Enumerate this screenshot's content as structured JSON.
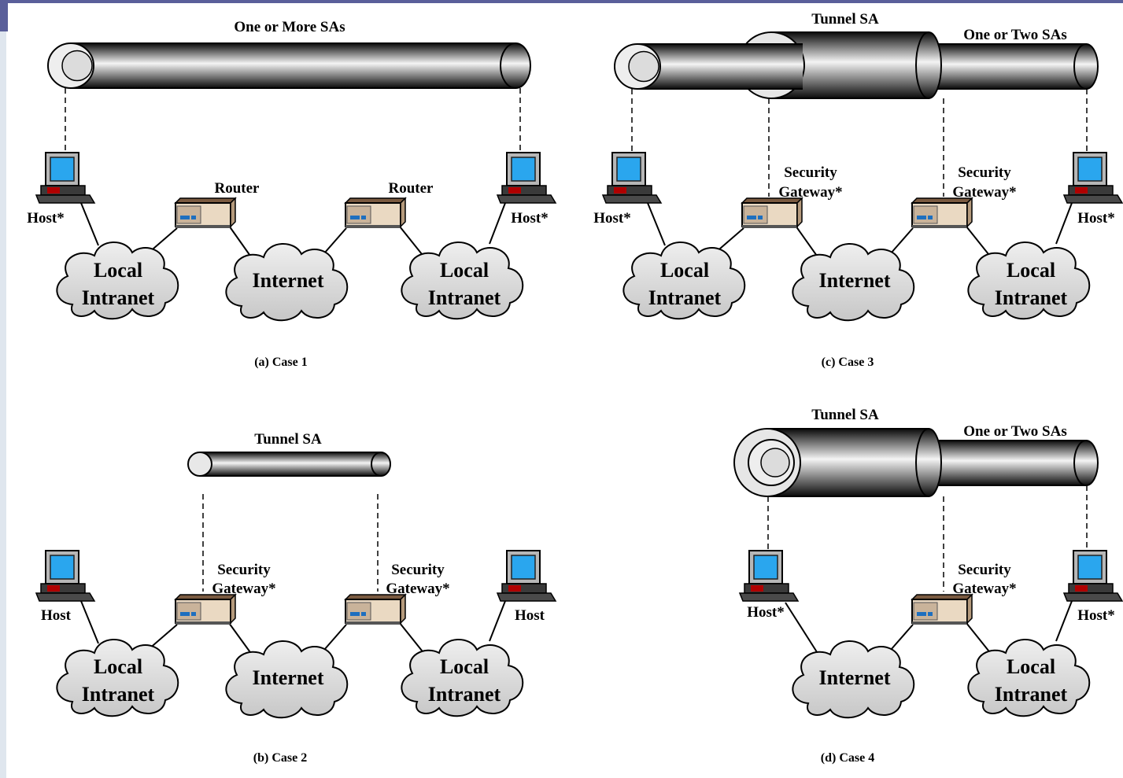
{
  "colors": {
    "header_bar": "#5a5f9a",
    "side_strip": "#dfe6ee",
    "tunnel_dark": "#0a0a0a",
    "tunnel_light": "#f2f2f2",
    "cloud_fill": "#d9d9d9",
    "screen": "#2aa6ee",
    "device_body": "#ead9c2"
  },
  "labels": {
    "one_or_more_sas": "One or More SAs",
    "tunnel_sa": "Tunnel SA",
    "one_or_two_sas": "One or Two SAs",
    "router": "Router",
    "host_star": "Host*",
    "host": "Host",
    "security": "Security",
    "gateway_star": "Gateway*",
    "local": "Local",
    "intranet": "Intranet",
    "internet": "Internet"
  },
  "captions": {
    "case1": "(a) Case 1",
    "case2": "(b) Case 2",
    "case3": "(c) Case 3",
    "case4": "(d) Case 4"
  },
  "icons": [
    "computer-icon",
    "router-icon",
    "cloud-icon",
    "tunnel-icon"
  ]
}
